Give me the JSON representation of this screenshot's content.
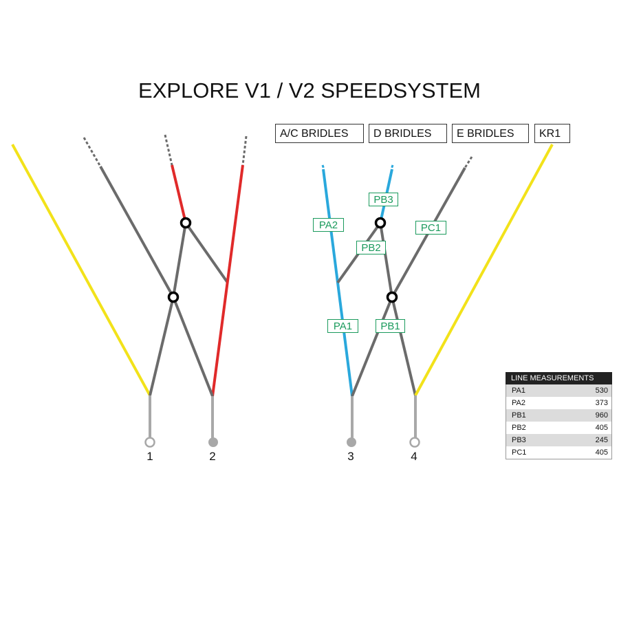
{
  "title": "EXPLORE V1 / V2 SPEEDSYSTEM",
  "bridle_headers": [
    "A/C BRIDLES",
    "D BRIDLES",
    "E BRIDLES",
    "KR1"
  ],
  "segment_labels": [
    "PB3",
    "PA2",
    "PC1",
    "PB2",
    "PA1",
    "PB1"
  ],
  "handles": [
    "1",
    "2",
    "3",
    "4"
  ],
  "colors": {
    "yellow": "#f2e21a",
    "red": "#e02a2a",
    "grey": "#6b6b6b",
    "light_grey": "#a8a8a8",
    "blue": "#2aa8dc",
    "label_green": "#1a9a5c"
  },
  "measurements": {
    "heading": "LINE MEASUREMENTS",
    "rows": [
      {
        "name": "PA1",
        "value": "530"
      },
      {
        "name": "PA2",
        "value": "373"
      },
      {
        "name": "PB1",
        "value": "960"
      },
      {
        "name": "PB2",
        "value": "405"
      },
      {
        "name": "PB3",
        "value": "245"
      },
      {
        "name": "PC1",
        "value": "405"
      }
    ]
  }
}
